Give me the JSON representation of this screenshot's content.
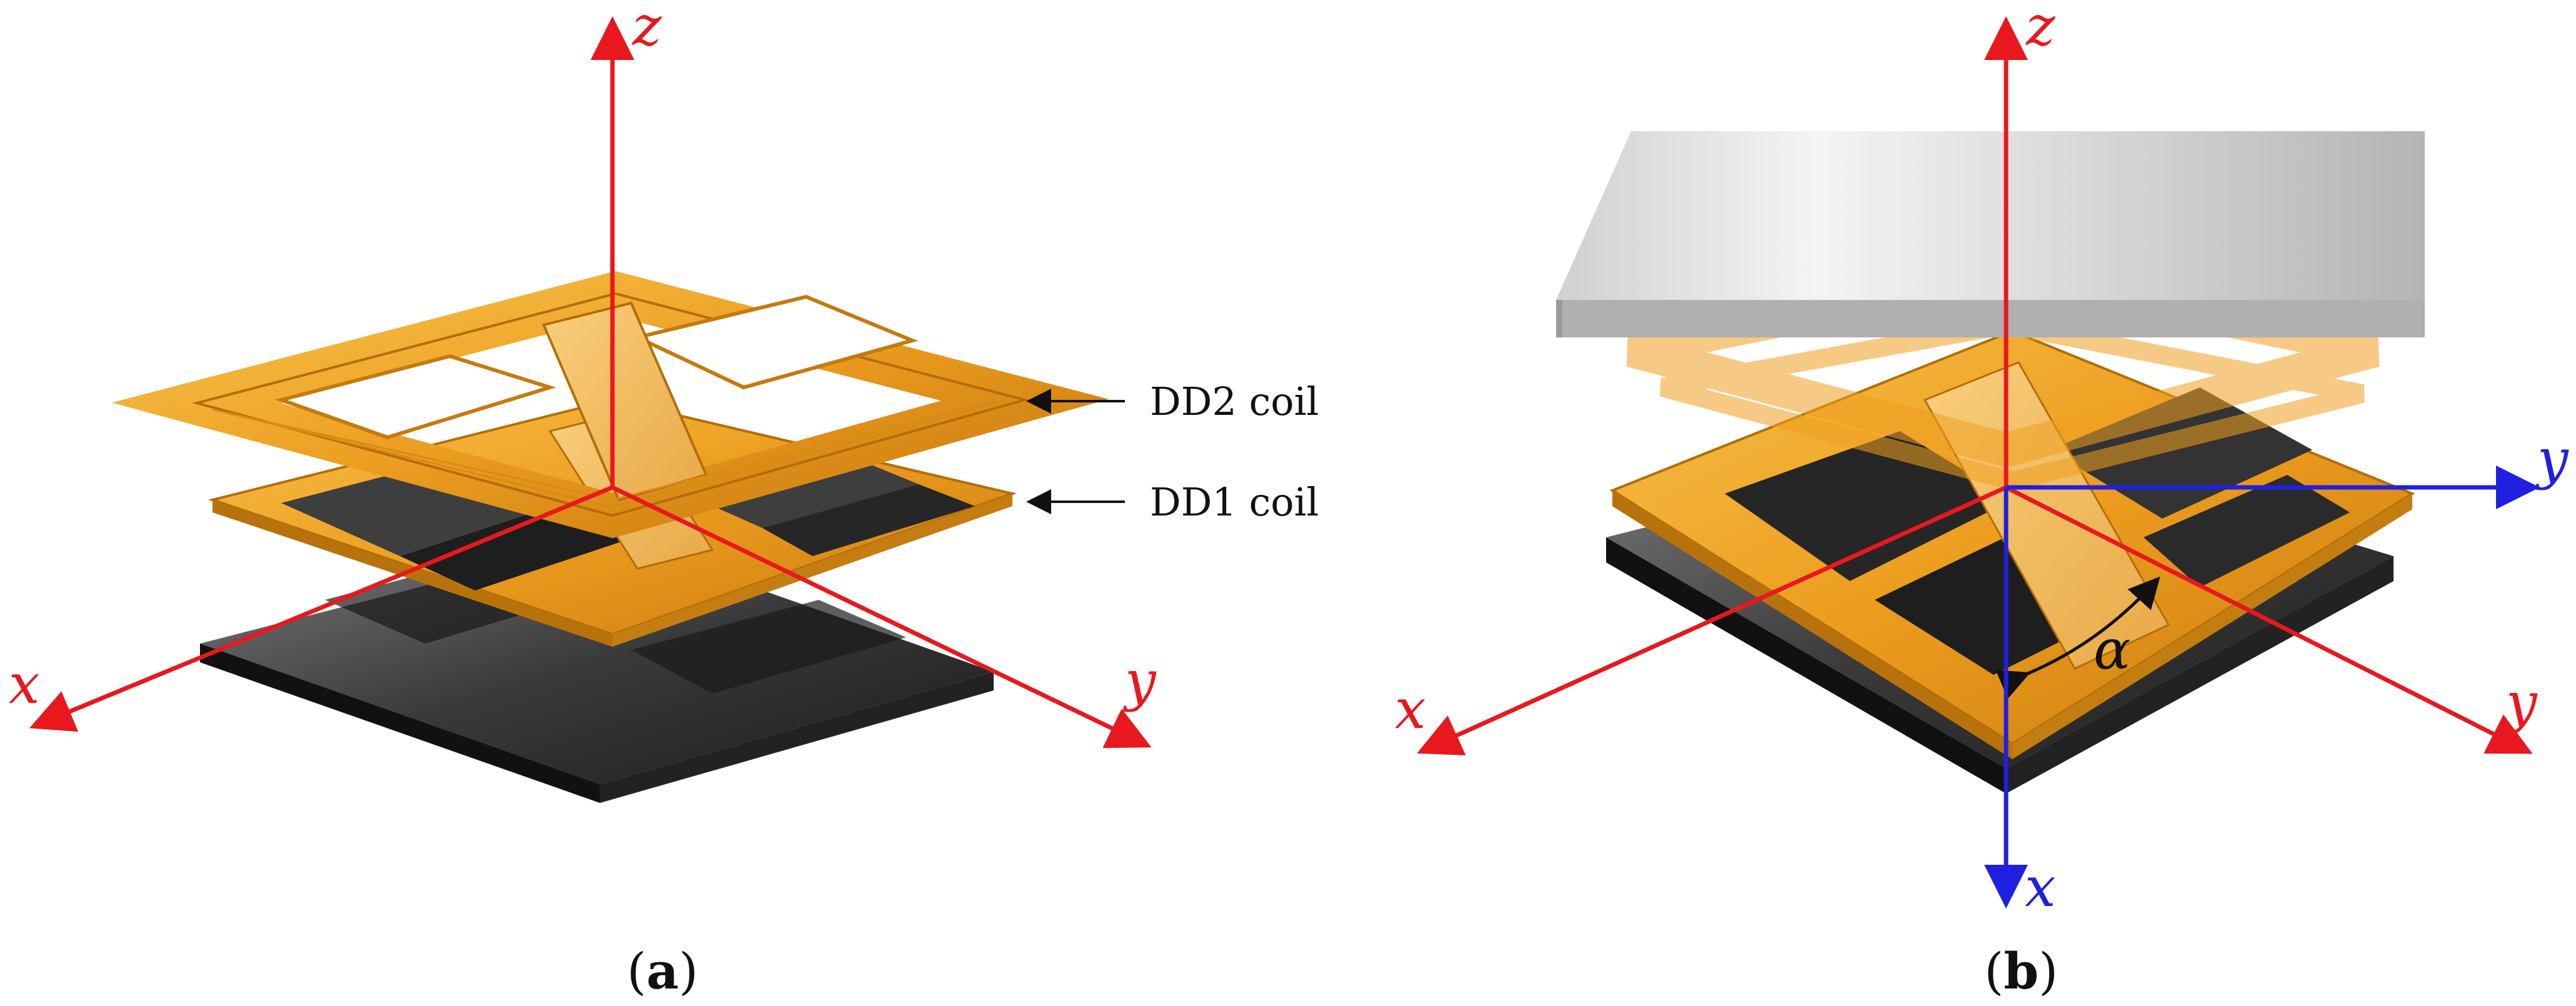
{
  "panel_a": {
    "axes": {
      "z": "z",
      "x": "x",
      "y": "y"
    },
    "annotations": {
      "dd2": "DD2 coil",
      "dd1": "DD1 coil"
    },
    "caption_open": "(",
    "caption_letter": "a",
    "caption_close": ")"
  },
  "panel_b": {
    "axes": {
      "z": "z",
      "x": "x",
      "y": "y",
      "y_prime": "y",
      "x_prime": "x"
    },
    "angle_label": "α",
    "caption_open": "(",
    "caption_letter": "b",
    "caption_close": ")"
  },
  "colors": {
    "axis_red": "#e8181e",
    "axis_blue": "#2020e0",
    "copper": "#f0a020",
    "copper_dark": "#c57a0e",
    "ferrite": "#2a2a2a",
    "shield": "#c8c8c8"
  }
}
